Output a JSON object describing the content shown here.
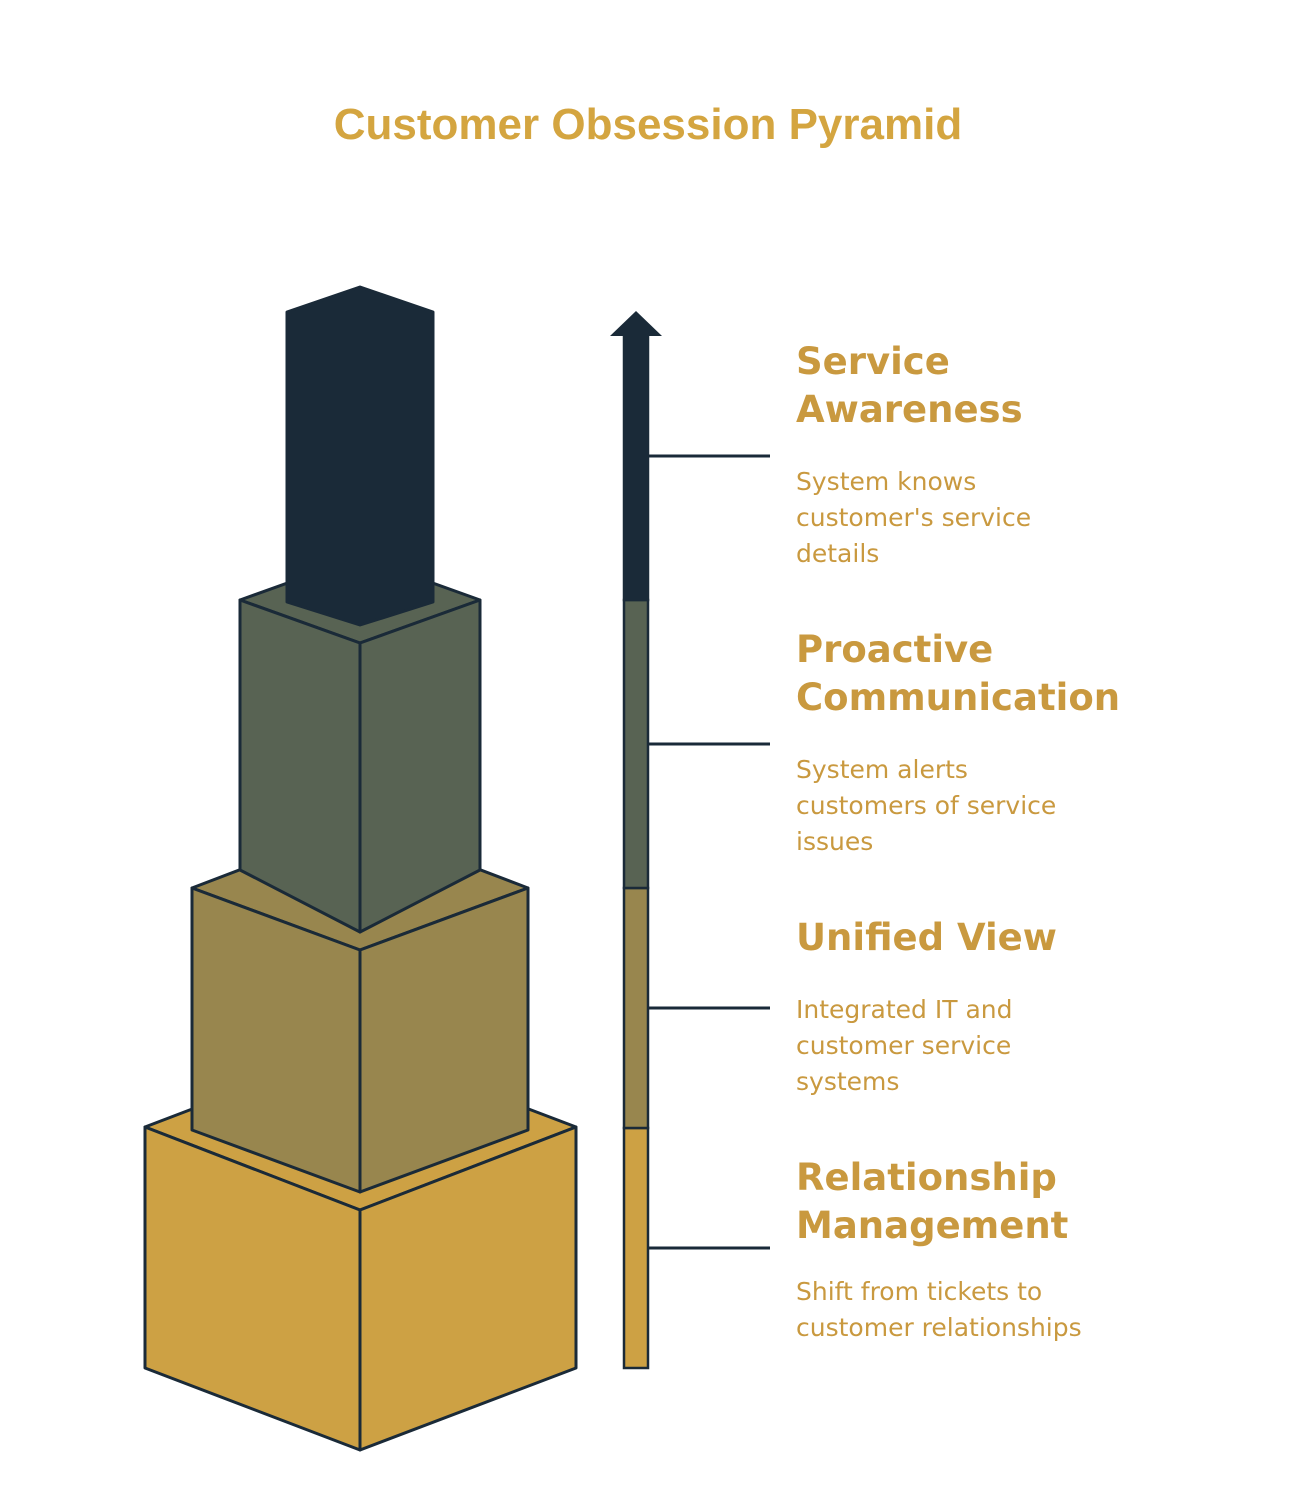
{
  "title": "Customer Obsession Pyramid",
  "colors": {
    "title": "#D4A540",
    "text": "#C9993F",
    "outline": "#1A2A38",
    "level_1": "#1A2A38",
    "level_2": "#586353",
    "level_3": "#98864E",
    "level_4": "#CDA144"
  },
  "levels": [
    {
      "heading": "Service\nAwareness",
      "description": "System knows\ncustomer's service\ndetails"
    },
    {
      "heading": "Proactive\nCommunication",
      "description": "System alerts\ncustomers of service\nissues"
    },
    {
      "heading": "Unified View",
      "description": "Integrated IT and\ncustomer service\nsystems"
    },
    {
      "heading": "Relationship\nManagement",
      "description": "Shift from tickets to\ncustomer relationships"
    }
  ],
  "progress_arrow": {
    "direction": "up",
    "icon": "arrow-up-icon"
  }
}
